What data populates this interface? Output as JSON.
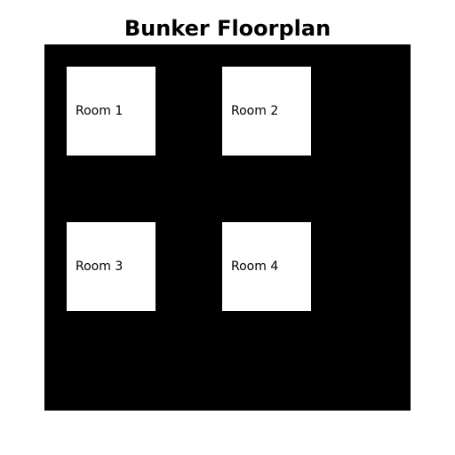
{
  "title": "Bunker Floorplan",
  "colors": {
    "background": "#ffffff",
    "floor": "#000000",
    "room": "#ffffff",
    "text": "#000000"
  },
  "rooms": [
    {
      "label": "Room 1"
    },
    {
      "label": "Room 2"
    },
    {
      "label": "Room 3"
    },
    {
      "label": "Room 4"
    }
  ]
}
